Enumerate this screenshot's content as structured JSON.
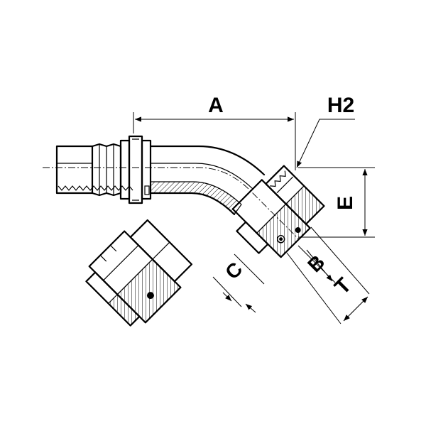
{
  "diagram": {
    "labels": {
      "A": "A",
      "H2": "H2",
      "E": "E",
      "B": "B",
      "C": "C",
      "T": "T"
    }
  }
}
